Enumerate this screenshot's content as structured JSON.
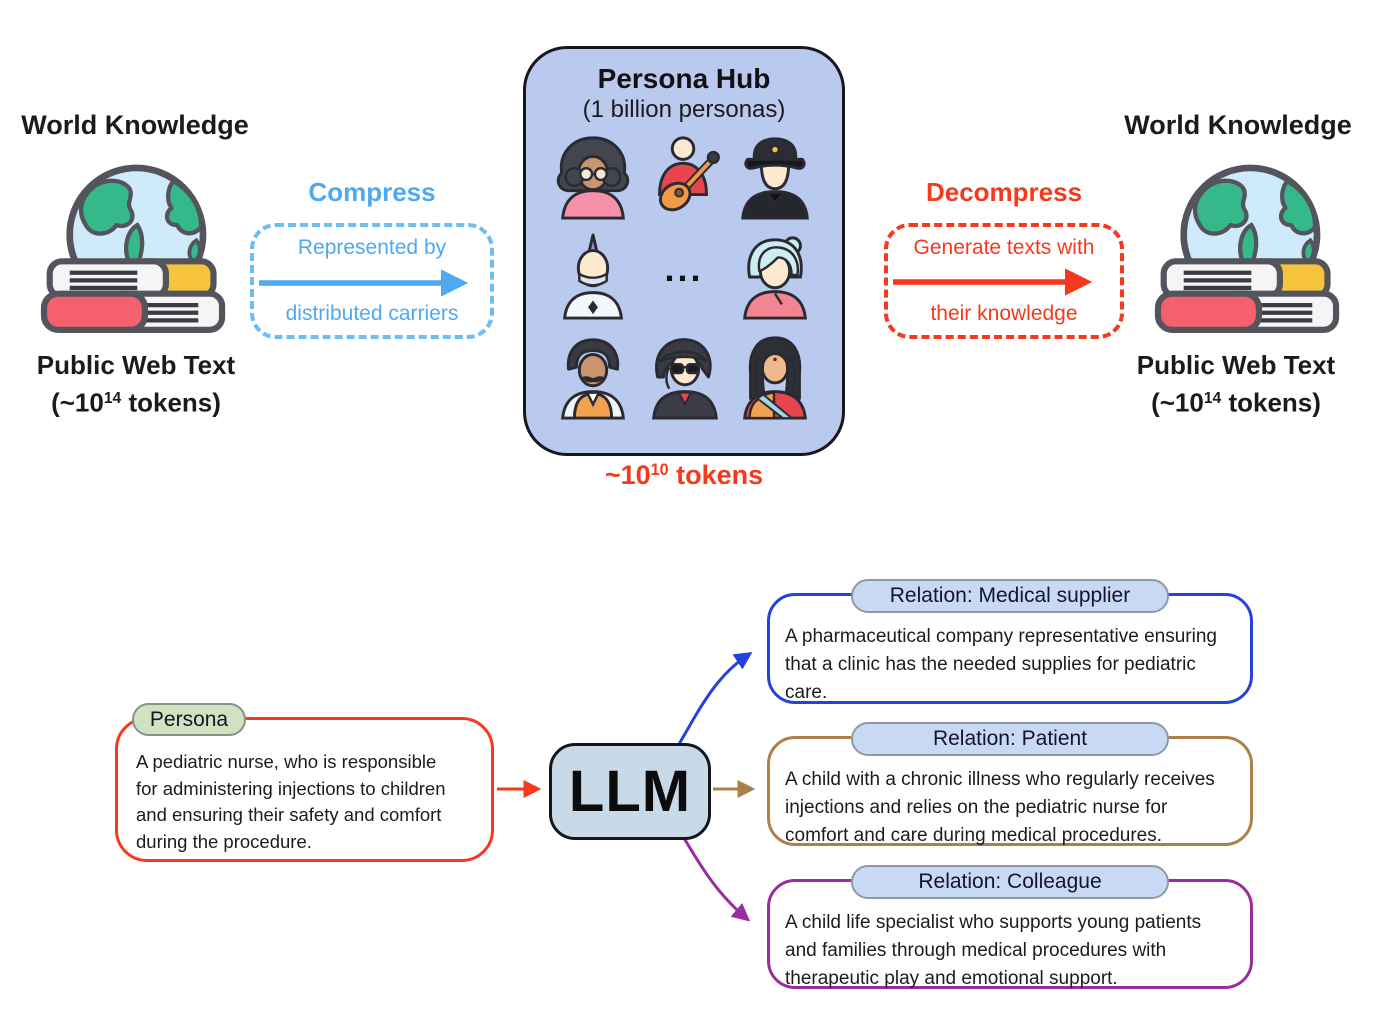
{
  "figure": {
    "top": {
      "world_knowledge_left": {
        "title": "World Knowledge",
        "caption_line1": "Public Web Text",
        "tokens": {
          "pre": "(~10",
          "sup": "14",
          "post": " tokens)"
        }
      },
      "compress": {
        "label": "Compress",
        "arrow_line1": "Represented by",
        "arrow_line2": "distributed carriers",
        "color": "#4fa9ee"
      },
      "persona_hub": {
        "title": "Persona Hub",
        "subtitle": "(1 billion personas)",
        "ellipsis": "...",
        "tokens": {
          "pre": "~10",
          "sup": "10",
          "post": " tokens"
        },
        "fill_color": "#bac9ee",
        "avatars": [
          "woman-curly-hair-glasses",
          "guitarist",
          "police-officer",
          "punk-mohawk-mask",
          "ellipsis",
          "elderly-woman-bun",
          "man-mustache-vest",
          "man-sunglasses-headset",
          "woman-sari"
        ]
      },
      "decompress": {
        "label": "Decompress",
        "arrow_line1": "Generate texts with",
        "arrow_line2": "their knowledge",
        "color": "#f5391c"
      },
      "world_knowledge_right": {
        "title": "World Knowledge",
        "caption_line1": "Public Web Text",
        "tokens": {
          "pre": "(~10",
          "sup": "14",
          "post": " tokens)"
        }
      }
    },
    "bottom": {
      "persona": {
        "label": "Persona",
        "border_color": "#f5391c",
        "pill_color": "#cfe3c0",
        "lines": [
          "A pediatric nurse, who is responsible",
          "for administering injections to children",
          "and ensuring their safety and comfort",
          "during the procedure."
        ]
      },
      "llm": {
        "label": "LLM",
        "fill_color": "#c8d9e8"
      },
      "relation_pill_color": "#c8daf3",
      "relations": [
        {
          "label": "Relation: Medical supplier",
          "border_color": "#2443dc",
          "lines": [
            "A pharmaceutical company representative ensuring",
            "that a clinic has the needed supplies for pediatric",
            "care."
          ]
        },
        {
          "label": "Relation: Patient",
          "border_color": "#ae8049",
          "lines": [
            "A child with a chronic illness who regularly receives",
            "injections and relies on the pediatric nurse for",
            "comfort and care during medical procedures."
          ]
        },
        {
          "label": "Relation: Colleague",
          "border_color": "#992d9e",
          "lines": [
            "A child life specialist who supports young patients",
            "and families through medical procedures with",
            "therapeutic play and emotional support."
          ]
        }
      ]
    }
  }
}
